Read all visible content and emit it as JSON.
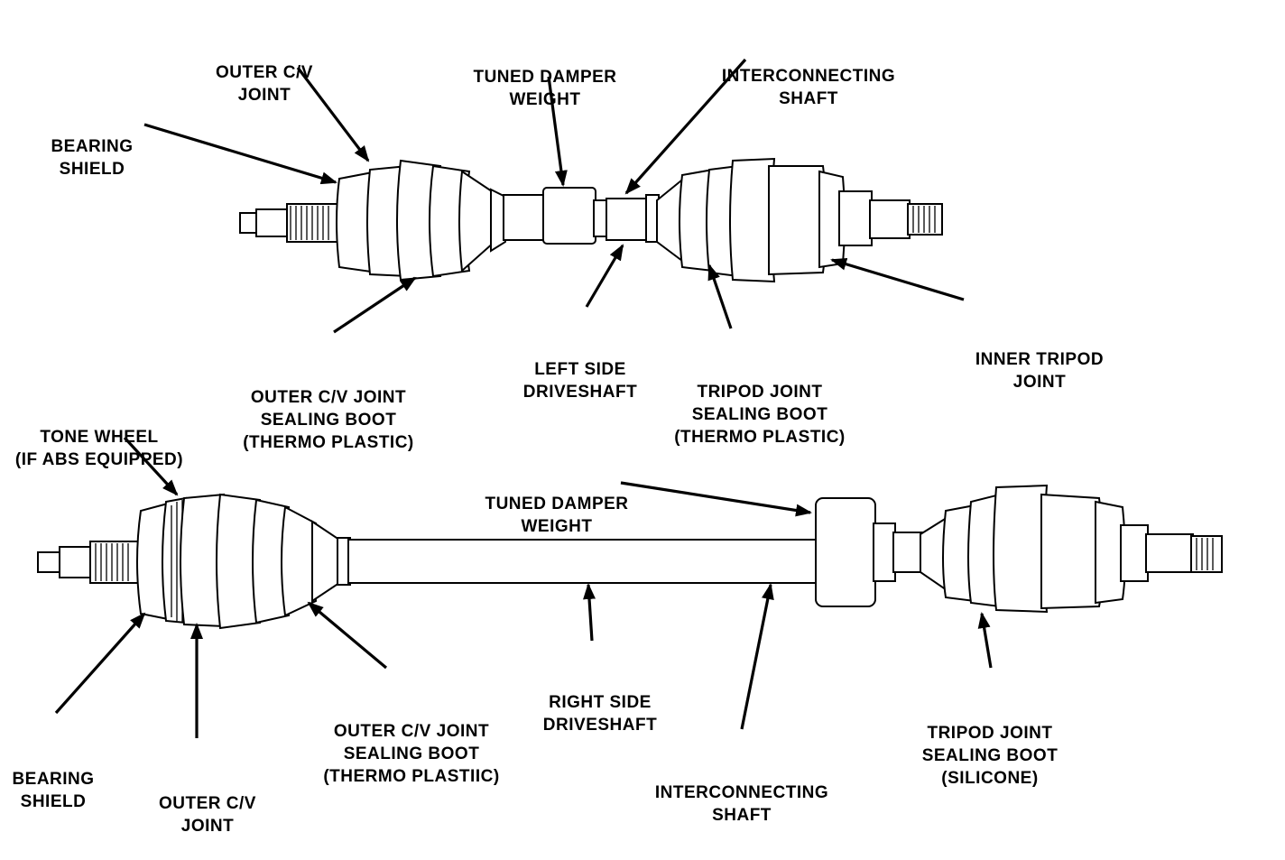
{
  "top_shaft": {
    "outer_cv_joint": [
      "OUTER C/V",
      "JOINT"
    ],
    "bearing_shield": [
      "BEARING",
      "SHIELD"
    ],
    "tuned_damper_weight": [
      "TUNED DAMPER",
      "WEIGHT"
    ],
    "interconnecting_shaft": [
      "INTERCONNECTING",
      "SHAFT"
    ],
    "outer_cv_boot": [
      "OUTER C/V JOINT",
      "SEALING BOOT",
      "(THERMO PLASTIC)"
    ],
    "left_side_driveshaft": [
      "LEFT SIDE",
      "DRIVESHAFT"
    ],
    "tripod_boot": [
      "TRIPOD JOINT",
      "SEALING BOOT",
      "(THERMO PLASTIC)"
    ],
    "inner_tripod_joint": [
      "INNER TRIPOD",
      "JOINT"
    ]
  },
  "bottom_shaft": {
    "tone_wheel": [
      "TONE WHEEL",
      "(IF ABS EQUIPPED)"
    ],
    "tuned_damper_weight": [
      "TUNED DAMPER",
      "WEIGHT"
    ],
    "bearing_shield": [
      "BEARING",
      "SHIELD"
    ],
    "outer_cv_joint": [
      "OUTER C/V",
      "JOINT"
    ],
    "outer_cv_boot": [
      "OUTER C/V JOINT",
      "SEALING BOOT",
      "(THERMO PLASTIIC)"
    ],
    "right_side_driveshaft": [
      "RIGHT SIDE",
      "DRIVESHAFT"
    ],
    "interconnecting_shaft": [
      "INTERCONNECTING",
      "SHAFT"
    ],
    "tripod_boot": [
      "TRIPOD JOINT",
      "SEALING BOOT",
      "(SILICONE)"
    ]
  }
}
